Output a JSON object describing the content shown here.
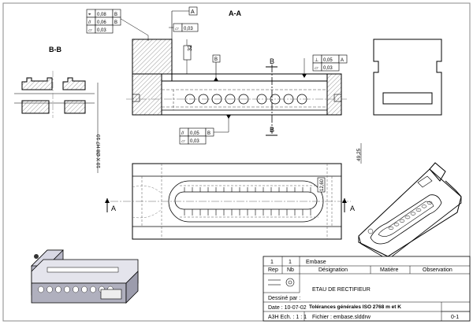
{
  "views": {
    "section_aa": "A-A",
    "section_bb": "B-B",
    "cut_b_top": "B",
    "cut_b_bottom": "B",
    "cut_a_left": "A",
    "cut_a_right": "A"
  },
  "dimensions": {
    "d32": "32",
    "d1260": "12,60",
    "d4925": "49,25",
    "holes": "10 X Ø8 H7 10"
  },
  "gdt": {
    "top_left": [
      {
        "sym": "⌖",
        "val": "0,08",
        "ref": "B"
      },
      {
        "sym": "//",
        "val": "0,06",
        "ref": "B"
      },
      {
        "sym": "▱",
        "val": "0,03",
        "ref": ""
      }
    ],
    "datum_a_top": "A",
    "flat_003": "0,03",
    "datum_b": "B",
    "right": [
      {
        "sym": "⊥",
        "val": "0,05",
        "ref": "A"
      },
      {
        "sym": "▱",
        "val": "0,03",
        "ref": ""
      }
    ],
    "bottom": [
      {
        "sym": "//",
        "val": "0,05",
        "ref": "B"
      },
      {
        "sym": "▱",
        "val": "0,03",
        "ref": ""
      }
    ]
  },
  "title_block": {
    "row1": {
      "rep": "1",
      "nb": "1",
      "designation": "Embase"
    },
    "headers": {
      "rep": "Rep",
      "nb": "Nb",
      "designation": "Désignation",
      "matiere": "Matière",
      "observation": "Observation"
    },
    "title": "ETAU DE RECTIFIEUR",
    "dessine_par": "Dessiné par :",
    "date": "Date : 10-07-02",
    "tolerances": "Tolérances générales ISO 2768 m et K",
    "scale": "A3H Ech. : 1 : 1",
    "file": "Fichier :   embase.slddrw",
    "sheet": "0-1"
  }
}
